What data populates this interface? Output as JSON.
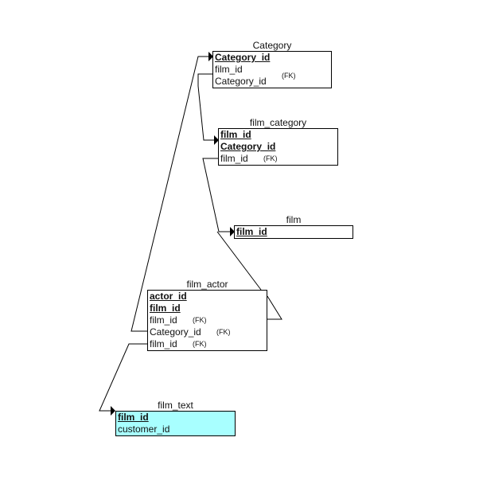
{
  "entities": {
    "category": {
      "title": "Category",
      "rows": [
        {
          "name": "Category_id",
          "pk": true
        },
        {
          "name": "film_id",
          "pk": false
        },
        {
          "name": "Category_id",
          "pk": false
        }
      ],
      "fk_label": "(FK)"
    },
    "film_category": {
      "title": "film_category",
      "rows": [
        {
          "name": "film_id",
          "pk": true
        },
        {
          "name": "Category_id",
          "pk": true
        },
        {
          "name": "film_id",
          "pk": false,
          "fk": "(FK)"
        }
      ]
    },
    "film": {
      "title": "film",
      "rows": [
        {
          "name": "film_id",
          "pk": true
        }
      ]
    },
    "film_actor": {
      "title": "film_actor",
      "rows": [
        {
          "name": "actor_id",
          "pk": true
        },
        {
          "name": "film_id",
          "pk": true
        },
        {
          "name": "film_id",
          "pk": false,
          "fk": "(FK)"
        },
        {
          "name": "Category_id",
          "pk": false,
          "fk": "(FK)"
        },
        {
          "name": "film_id",
          "pk": false,
          "fk": "(FK)"
        }
      ]
    },
    "film_text": {
      "title": "film_text",
      "rows": [
        {
          "name": "film_id",
          "pk": true
        },
        {
          "name": "customer_id",
          "pk": false
        }
      ],
      "fill": "#a8ffff"
    }
  },
  "colors": {
    "line": "#000000",
    "cyan_fill": "#a8ffff"
  }
}
